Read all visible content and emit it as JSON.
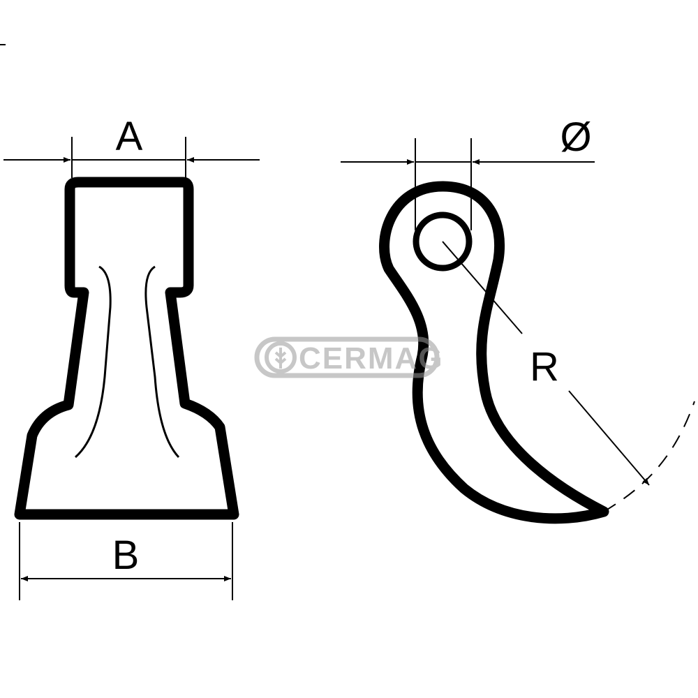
{
  "labels": {
    "width_top": "A",
    "width_bottom": "B",
    "hole_diameter": "Ø",
    "radius": "R"
  },
  "watermark": {
    "text": "CERMAG"
  },
  "colors": {
    "ink": "#000000",
    "watermark": "#9a9a9a",
    "background": "#ffffff"
  }
}
